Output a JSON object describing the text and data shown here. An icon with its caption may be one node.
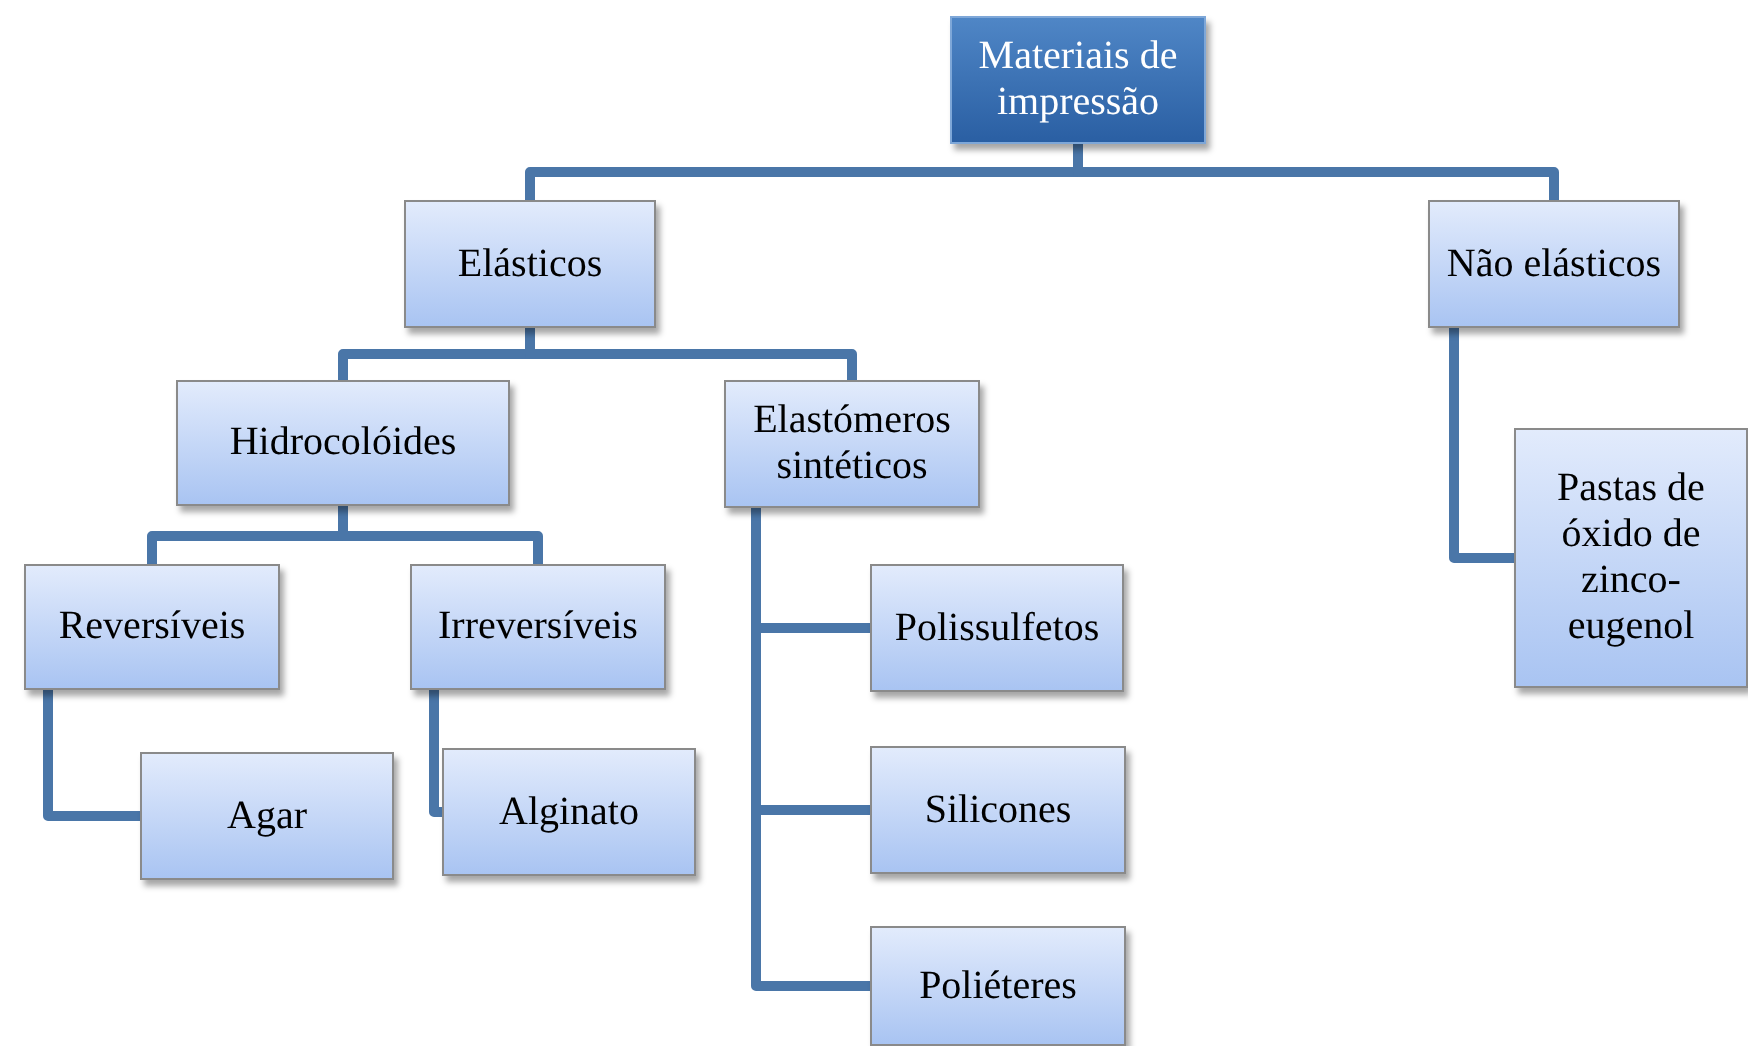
{
  "diagram": {
    "nodes": [
      {
        "text": [
          "Materiais de impressão"
        ]
      },
      {
        "text": [
          "Elásticos"
        ]
      },
      {
        "text": [
          "Não elásticos"
        ]
      },
      {
        "text": [
          "Hidrocolóides"
        ]
      },
      {
        "text": [
          "Elastómeros sintéticos"
        ]
      },
      {
        "text": [
          "Reversíveis"
        ]
      },
      {
        "text": [
          "Irreversíveis"
        ]
      },
      {
        "text": [
          "Agar"
        ]
      },
      {
        "text": [
          "Alginato"
        ]
      },
      {
        "text": [
          "Polissulfetos"
        ]
      },
      {
        "text": [
          "Silicones"
        ]
      },
      {
        "text": [
          "Poliéteres"
        ]
      },
      {
        "text": [
          "Pastas de óxido de zinco-eugenol"
        ]
      }
    ],
    "edges": [
      {
        "from": 0,
        "to": 1,
        "arrow": "none"
      },
      {
        "from": 0,
        "to": 2,
        "arrow": "none"
      },
      {
        "from": 1,
        "to": 3,
        "arrow": "none"
      },
      {
        "from": 1,
        "to": 4,
        "arrow": "none"
      },
      {
        "from": 3,
        "to": 5,
        "arrow": "none"
      },
      {
        "from": 3,
        "to": 6,
        "arrow": "none"
      },
      {
        "from": 5,
        "to": 7,
        "arrow": "none"
      },
      {
        "from": 6,
        "to": 8,
        "arrow": "none"
      },
      {
        "from": 4,
        "to": 9,
        "arrow": "none"
      },
      {
        "from": 4,
        "to": 10,
        "arrow": "none"
      },
      {
        "from": 4,
        "to": 11,
        "arrow": "none"
      },
      {
        "from": 2,
        "to": 12,
        "arrow": "none"
      }
    ]
  }
}
